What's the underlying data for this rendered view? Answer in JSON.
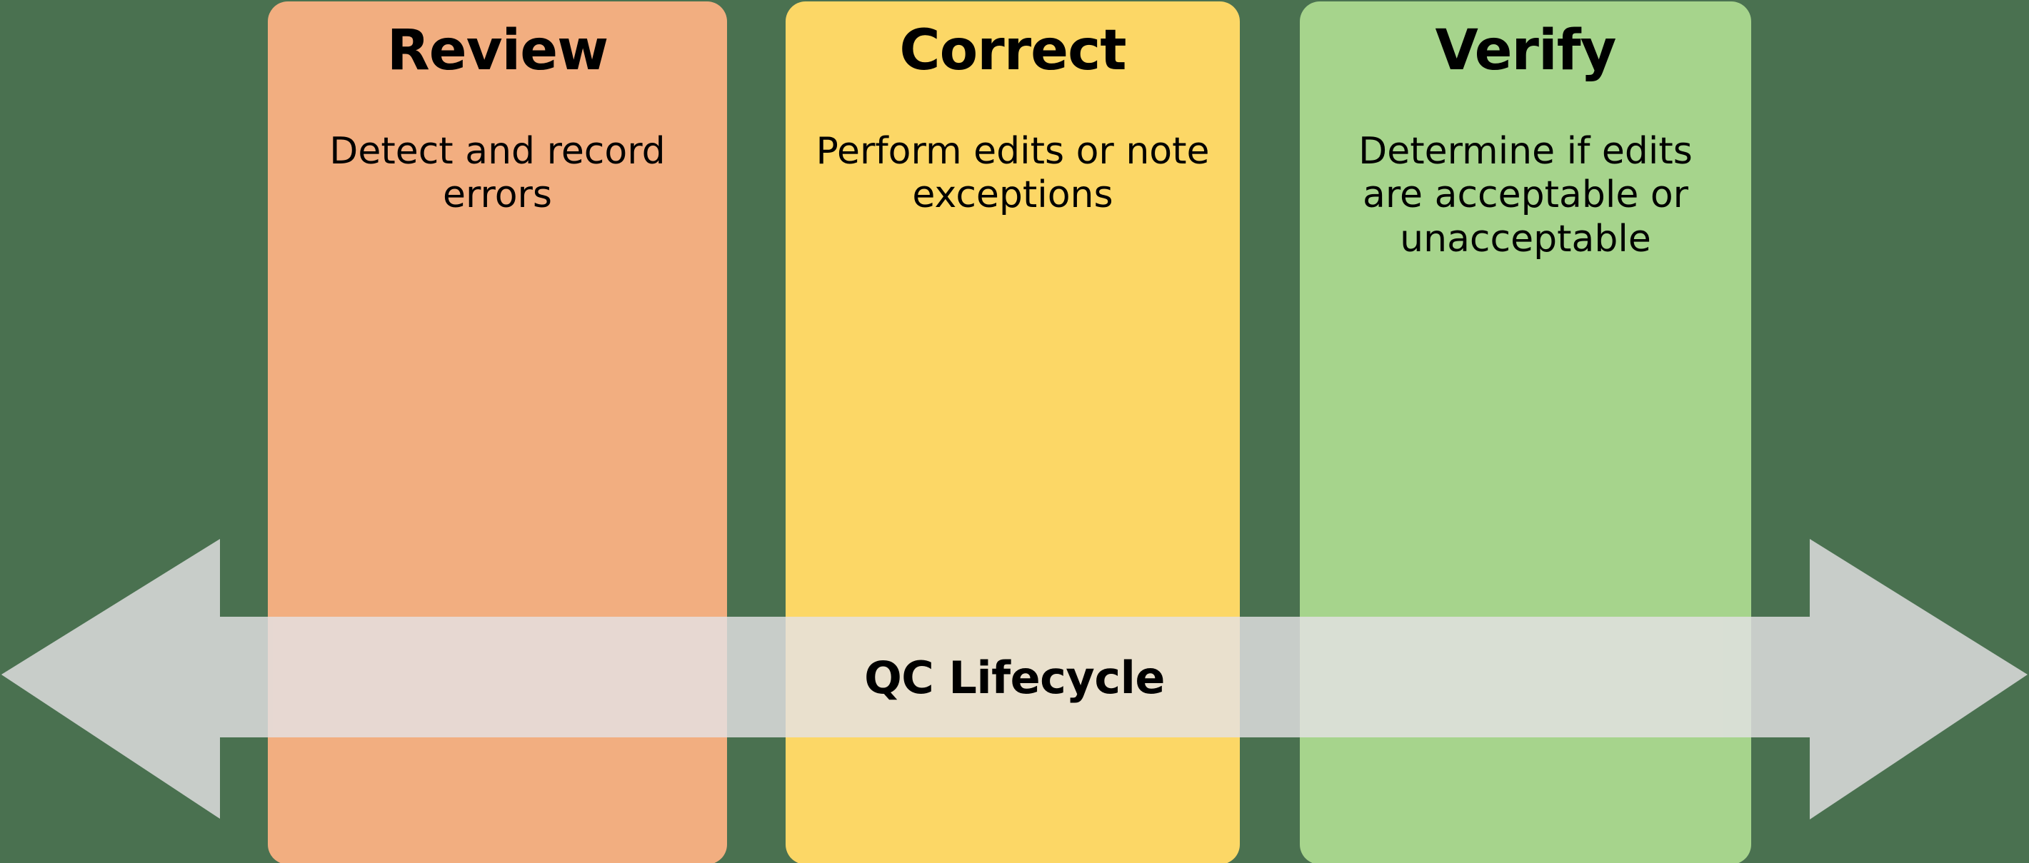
{
  "diagram": {
    "title": "QC Lifecycle",
    "type": "double-headed-arrow-process",
    "background_color": "#4a7150",
    "arrow": {
      "label": "QC Lifecycle",
      "color": "#e4e2e4",
      "direction": "bidirectional",
      "icon_left": "arrow-left-head-icon",
      "icon_right": "arrow-right-head-icon"
    },
    "stages": [
      {
        "id": "review",
        "title": "Review",
        "description": "Detect and record errors",
        "color": "#f2ae80"
      },
      {
        "id": "correct",
        "title": "Correct",
        "description": "Perform edits or note exceptions",
        "color": "#fcd766"
      },
      {
        "id": "verify",
        "title": "Verify",
        "description": "Determine if edits are acceptable or unacceptable",
        "color": "#a6d48c"
      }
    ]
  }
}
